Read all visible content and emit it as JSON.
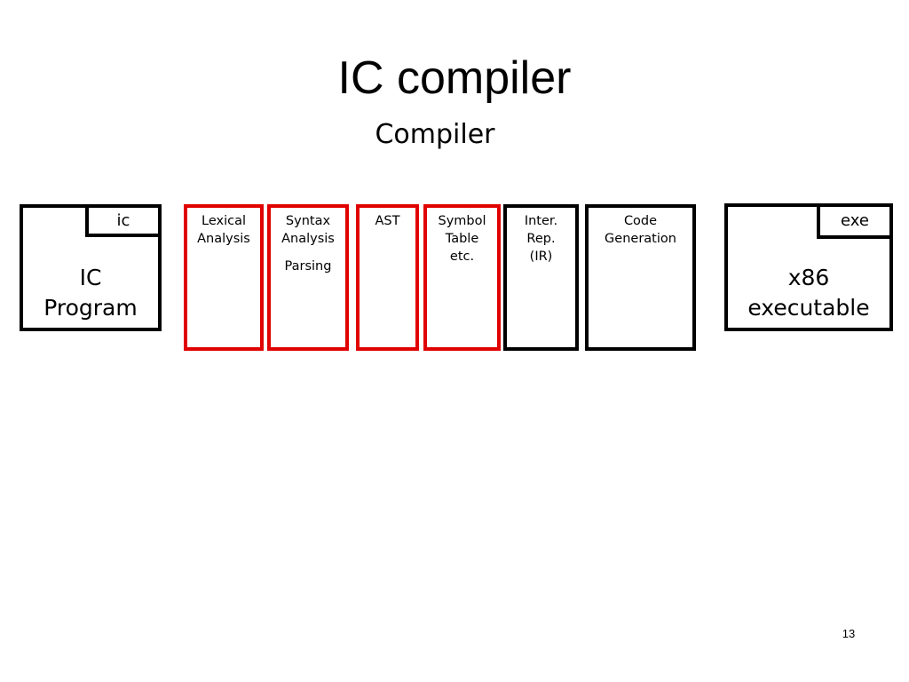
{
  "slide": {
    "title": "IC compiler",
    "subtitle": "Compiler",
    "page_number": "13"
  },
  "input_file": {
    "tab": "ic",
    "line1": "IC",
    "line2": "Program"
  },
  "output_file": {
    "tab": "exe",
    "line1": "x86",
    "line2": "executable"
  },
  "stages": [
    {
      "lines": [
        "Lexical",
        "Analysis"
      ],
      "highlight": true
    },
    {
      "lines": [
        "Syntax",
        "Analysis"
      ],
      "extra": "Parsing",
      "highlight": true
    },
    {
      "lines": [
        "AST"
      ],
      "highlight": true
    },
    {
      "lines": [
        "Symbol",
        "Table",
        "etc."
      ],
      "highlight": true
    },
    {
      "lines": [
        "Inter.",
        "Rep.",
        "(IR)"
      ],
      "highlight": false
    },
    {
      "lines": [
        "Code",
        "Generation"
      ],
      "highlight": false
    }
  ],
  "colors": {
    "highlight_border": "#e00000",
    "normal_border": "#000000"
  }
}
